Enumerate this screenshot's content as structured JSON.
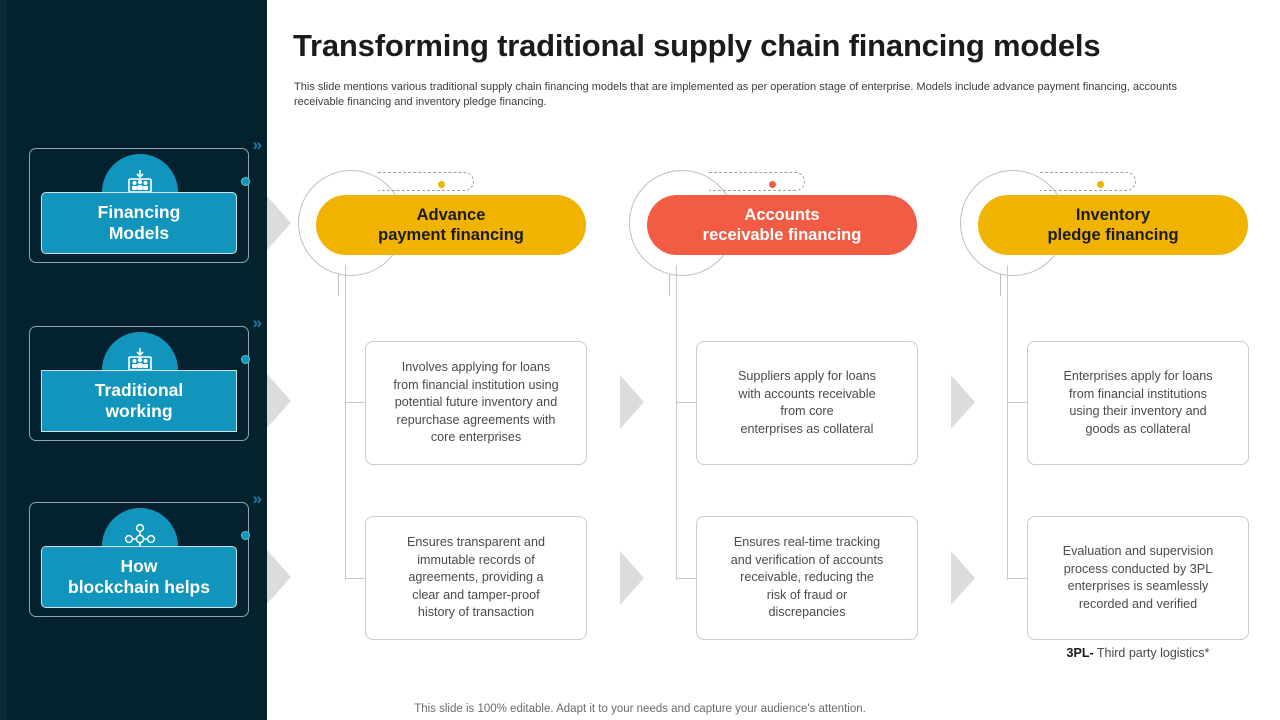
{
  "header": {
    "title": "Transforming traditional supply chain financing models",
    "subtitle": "This slide mentions various traditional supply chain financing models that are implemented as per operation stage of enterprise. Models include advance payment financing, accounts receivable financing and inventory pledge financing."
  },
  "sidebar": {
    "background_color": "#04212E",
    "accent_color": "#1295BC",
    "items": [
      {
        "label": "Financing\nModels",
        "icon": "laptop-people-icon"
      },
      {
        "label": "Traditional\nworking",
        "icon": "laptop-people-icon"
      },
      {
        "label": "How\nblockchain helps",
        "icon": "blockchain-network-icon"
      }
    ]
  },
  "columns": [
    {
      "pill_label": "Advance\npayment financing",
      "pill_color": "#F0B400",
      "pill_text_color": "#1b1b1b",
      "row1": "Involves applying for loans\nfrom financial institution using\npotential future inventory and\nrepurchase agreements with\ncore enterprises",
      "row2": "Ensures transparent and\nimmutable records of\nagreements, providing a\nclear and tamper-proof\nhistory of transaction"
    },
    {
      "pill_label": "Accounts\nreceivable financing",
      "pill_color": "#F25C45",
      "pill_text_color": "#ffffff",
      "row1": "Suppliers apply for loans\nwith accounts receivable\nfrom core\nenterprises as collateral",
      "row2": "Ensures real-time tracking\nand verification of accounts\nreceivable, reducing the\nrisk of fraud or\ndiscrepancies"
    },
    {
      "pill_label": "Inventory\npledge financing",
      "pill_color": "#F0B400",
      "pill_text_color": "#1b1b1b",
      "row1": "Enterprises apply for loans\nfrom financial institutions\nusing their inventory and\ngoods as collateral",
      "row2": "Evaluation and supervision\nprocess conducted by 3PL\nenterprises is seamlessly\nrecorded and verified"
    }
  ],
  "footnote": {
    "term": "3PL-",
    "definition": " Third party logistics*"
  },
  "footer": {
    "text": "This slide is 100% editable. Adapt it to your needs and capture your audience's attention."
  }
}
